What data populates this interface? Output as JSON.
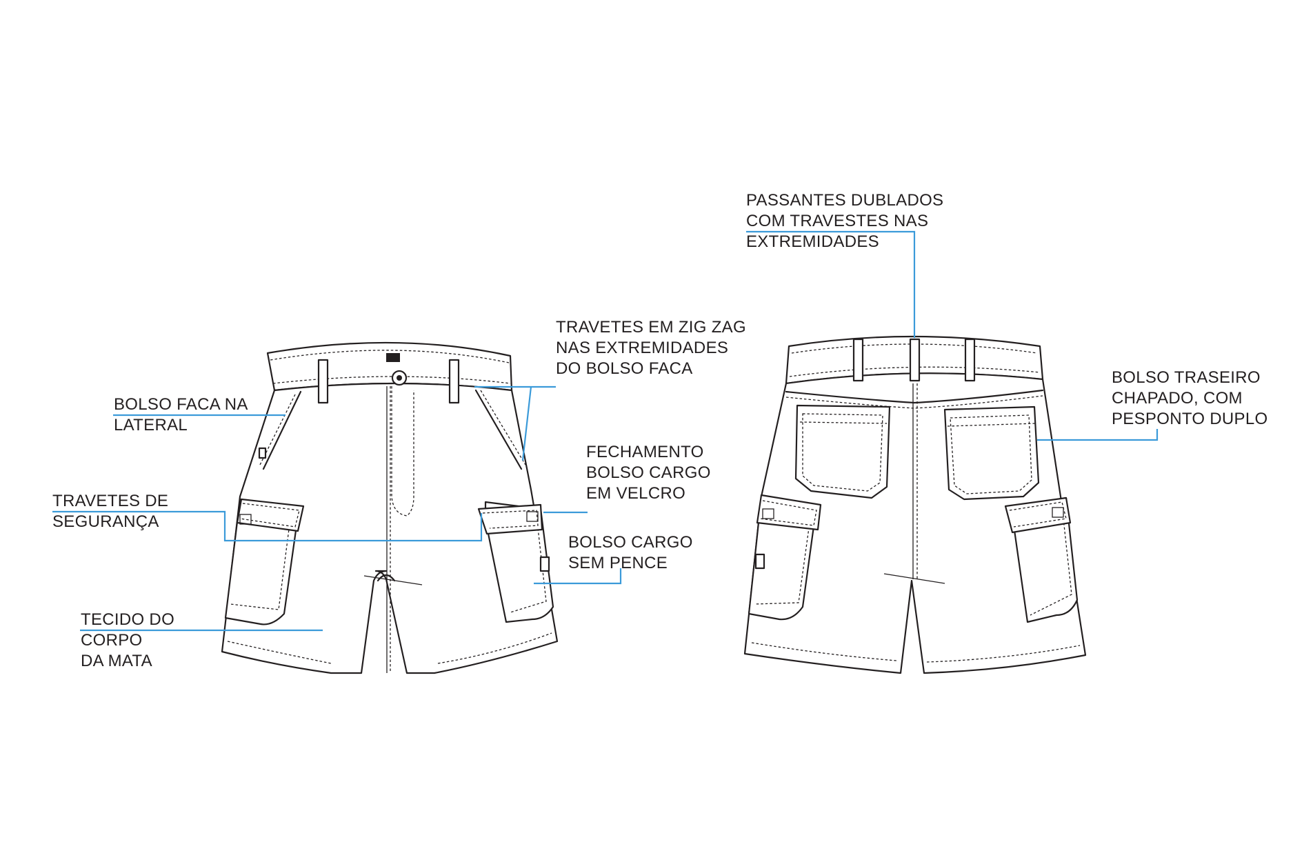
{
  "diagram": {
    "accent_color": "#3a9ad9",
    "line_color": "#231f20",
    "front_view": {
      "callouts": [
        {
          "id": "bolso-faca",
          "lines": [
            "BOLSO FACA NA",
            "LATERAL"
          ]
        },
        {
          "id": "travetes-seguranca",
          "lines": [
            "TRAVETES DE",
            "SEGURANÇA"
          ]
        },
        {
          "id": "tecido",
          "lines": [
            "TECIDO DO",
            "CORPO",
            "DA MATA"
          ]
        },
        {
          "id": "travetes-zigzag",
          "lines": [
            "TRAVETES EM ZIG ZAG",
            "NAS EXTREMIDADES",
            "DO BOLSO FACA"
          ]
        },
        {
          "id": "fechamento",
          "lines": [
            "FECHAMENTO",
            "BOLSO CARGO",
            "EM VELCRO"
          ]
        },
        {
          "id": "bolso-cargo",
          "lines": [
            "BOLSO CARGO",
            "SEM PENCE"
          ]
        }
      ]
    },
    "back_view": {
      "callouts": [
        {
          "id": "passantes",
          "lines": [
            "PASSANTES DUBLADOS",
            "COM TRAVESTES NAS",
            "EXTREMIDADES"
          ]
        },
        {
          "id": "bolso-traseiro",
          "lines": [
            "BOLSO TRASEIRO",
            "CHAPADO, COM",
            "PESPONTO DUPLO"
          ]
        }
      ]
    }
  }
}
